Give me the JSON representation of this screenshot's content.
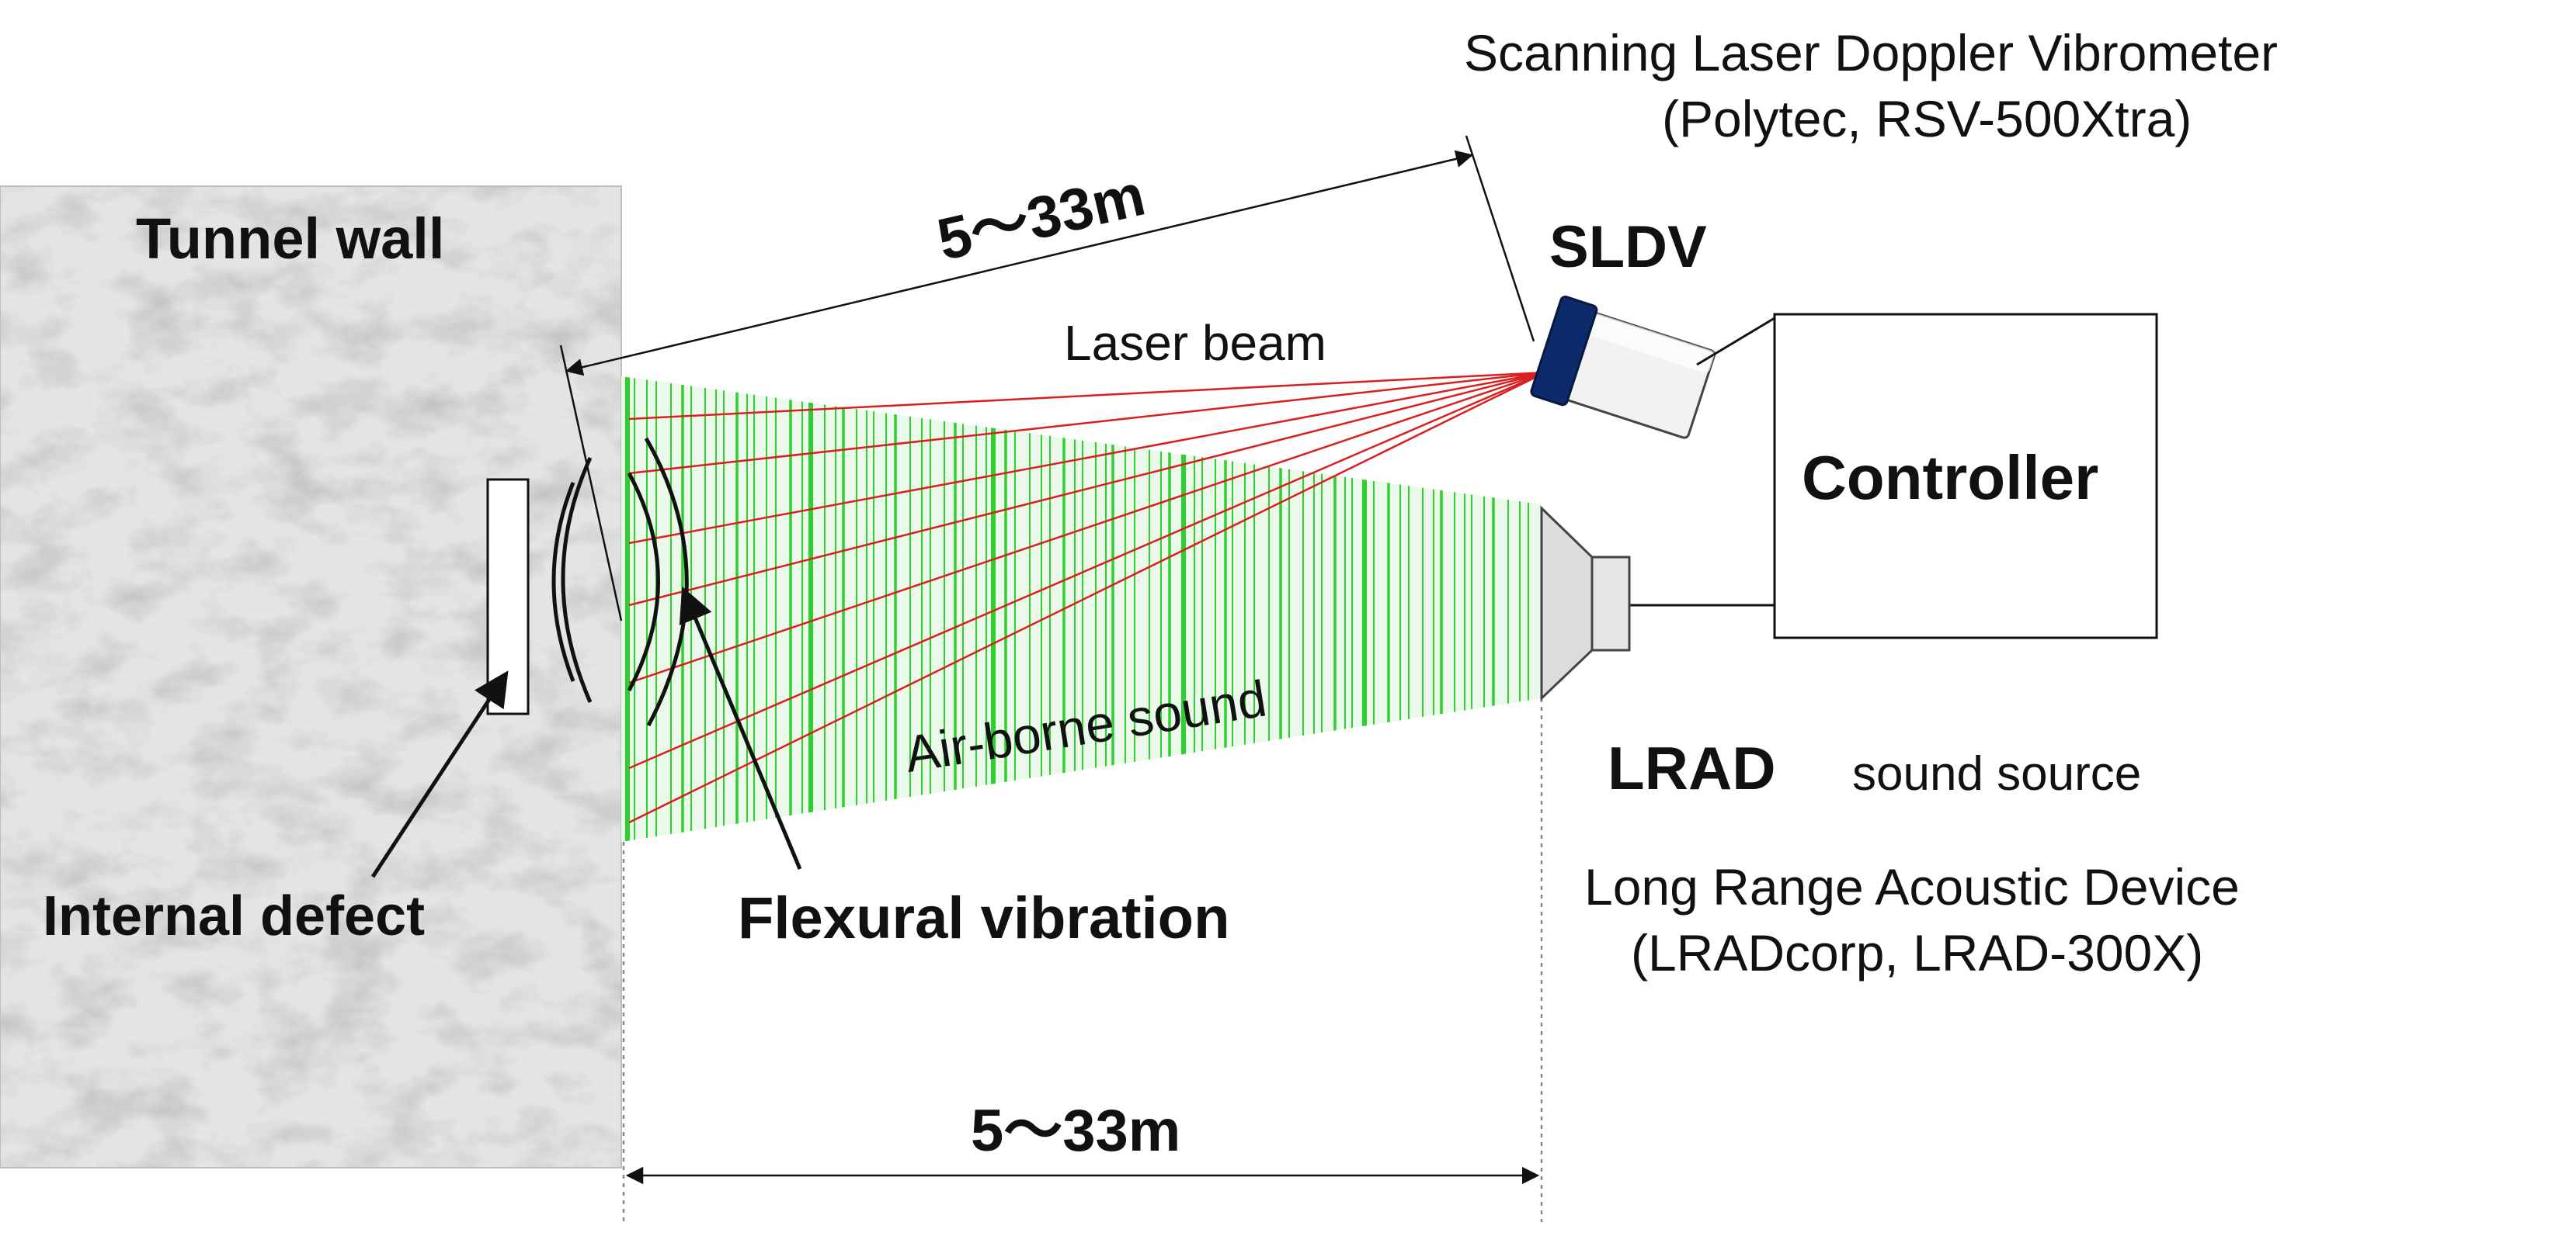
{
  "labels": {
    "sldv_title_line1": "Scanning Laser Doppler Vibrometer",
    "sldv_title_line2": "(Polytec, RSV-500Xtra)",
    "sldv": "SLDV",
    "tunnel_wall": "Tunnel wall",
    "distance_top": "5～33m",
    "laser_beam": "Laser beam",
    "controller": "Controller",
    "air_borne_sound": "Air-borne sound",
    "lrad": "LRAD",
    "sound_source": "sound source",
    "lrad_desc_line1": "Long Range Acoustic Device",
    "lrad_desc_line2": "(LRADcorp, LRAD-300X)",
    "internal_defect": "Internal defect",
    "flexural_vibration": "Flexural vibration",
    "distance_bottom": "5～33m"
  },
  "icons": {
    "wall": "marble-texture",
    "sldv": "laser-vibrometer-icon",
    "lrad": "speaker-horn-icon",
    "controller": "box-icon"
  },
  "colors": {
    "laser": "#d92020",
    "sound": "#2fcf2f",
    "sldv_lens": "#0d2a6b",
    "wall": "#dcdcdc"
  }
}
